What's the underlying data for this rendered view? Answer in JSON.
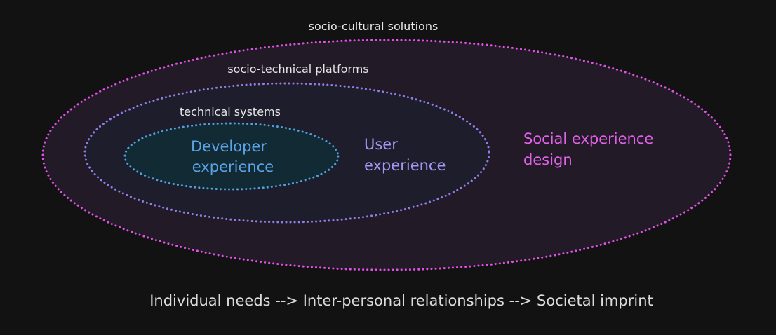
{
  "colors": {
    "background": "#121212",
    "outer_stroke": "#e052e6",
    "outer_fill": "#221a26",
    "middle_stroke": "#8e7fe6",
    "middle_fill": "#1d1d2b",
    "inner_stroke": "#4f9fdc",
    "inner_fill": "#122a33",
    "label_text": "#e6e6e6",
    "developer_text": "#5aa3e6",
    "user_text": "#a497f2",
    "social_text": "#e262ea",
    "bottom_text": "#dcdcdc"
  },
  "labels": {
    "socio_cultural": "socio-cultural solutions",
    "socio_technical": "socio-technical platforms",
    "technical": "technical systems"
  },
  "experiences": {
    "developer": [
      "Developer",
      "experience"
    ],
    "user": [
      "User",
      "experience"
    ],
    "social": [
      "Social experience",
      "design"
    ]
  },
  "footer": {
    "text": "Individual needs --> Inter-personal relationships --> Societal imprint"
  }
}
